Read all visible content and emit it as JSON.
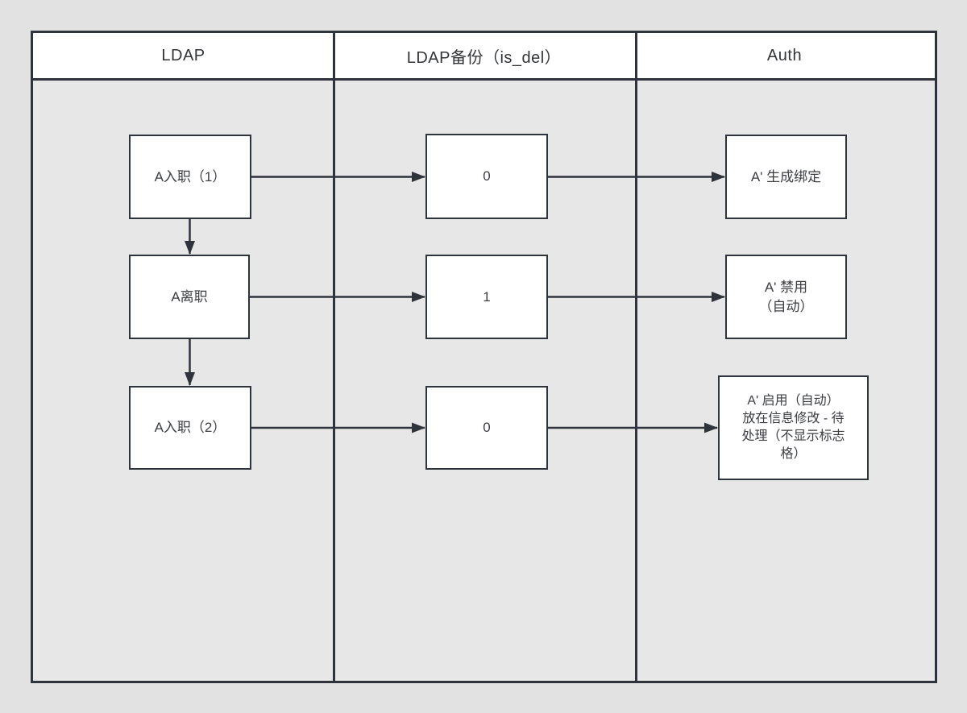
{
  "diagram": {
    "lanes": [
      {
        "title": "LDAP"
      },
      {
        "title": "LDAP备份（is_del）"
      },
      {
        "title": "Auth"
      }
    ],
    "nodes": {
      "ldap_join_1": "A入职（1）",
      "ldap_leave": "A离职",
      "ldap_join_2": "A入职（2）",
      "isdel_row1": "0",
      "isdel_row2": "1",
      "isdel_row3": "0",
      "auth_row1": "A' 生成绑定",
      "auth_row2": "A' 禁用\n（自动）",
      "auth_row3": "A' 启用（自动）\n放在信息修改 - 待\n处理（不显示标志\n格）"
    },
    "colors": {
      "line": "#2f343c",
      "node_fill": "#ffffff",
      "header_fill": "#ffffff",
      "lane_fill": "#e7e7e7",
      "canvas_bg": "#e2e2e2",
      "text": "#3c3e42"
    }
  }
}
